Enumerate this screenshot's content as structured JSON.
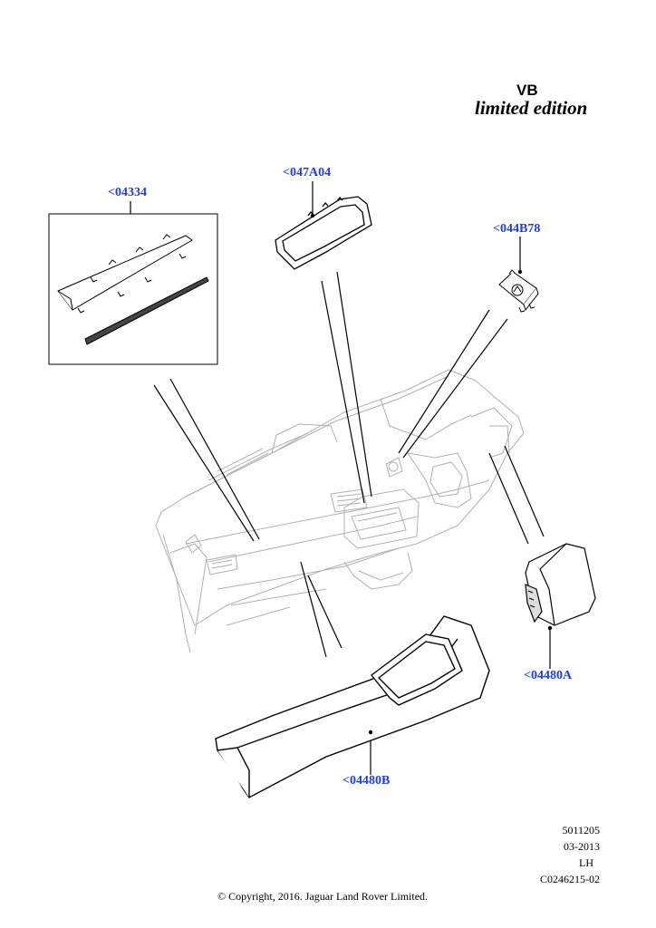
{
  "header": {
    "model_code": "VB",
    "edition": "limited edition"
  },
  "callouts": {
    "c1": "<04334",
    "c2": "<047A04",
    "c3": "<044B78",
    "c4": "<04480A",
    "c5": "<04480B"
  },
  "reference": {
    "line1": "5011205",
    "line2": "03-2013",
    "line3": "LH",
    "line4": "C0246215-02"
  },
  "copyright": "© Copyright, 2016. Jaguar Land Rover Limited.",
  "colors": {
    "callout_text": "#1f3fd6",
    "outline_dark": "#000000",
    "outline_light": "#b0b0b0"
  }
}
